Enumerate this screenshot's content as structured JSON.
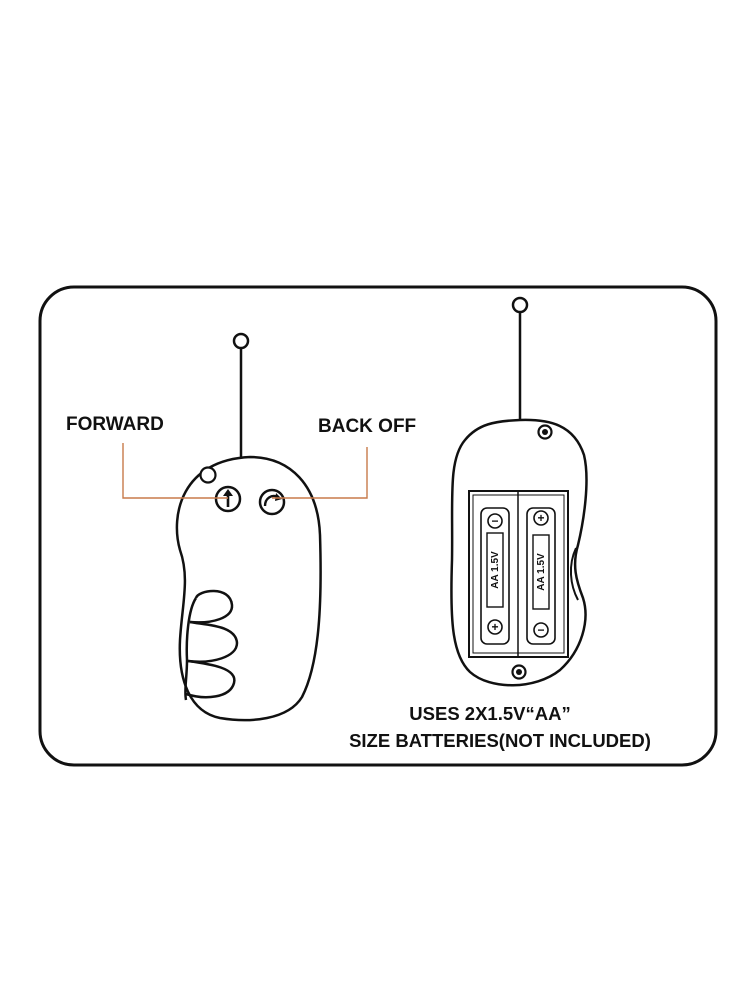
{
  "labels": {
    "forward": "FORWARD",
    "back_off": "BACK OFF"
  },
  "battery": {
    "cell_rating": "AA 1.5V",
    "positive_symbol": "+",
    "negative_symbol": "−"
  },
  "note": {
    "line1": "USES 2X1.5V“AA”",
    "line2": "SIZE BATTERIES(NOT INCLUDED)"
  },
  "colors": {
    "ink": "#111111",
    "leader_line": "#c87a4a",
    "background": "#ffffff"
  },
  "icons": {
    "forward_button": "up-arrow-icon",
    "back_off_button": "curved-arrow-icon"
  }
}
